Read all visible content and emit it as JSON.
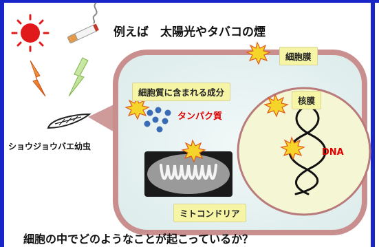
{
  "title": "例えば　太陽光やタバコの煙",
  "larva_label": "ショウジョウバエ幼虫",
  "labels": {
    "membrane": "細胞膜",
    "cytoplasm": "細胞質に含まれる成分",
    "protein": "タンパク質",
    "nuclear_membrane": "核膜",
    "dna": "DNA",
    "mitochondria": "ミトコンドリア"
  },
  "question": "細胞の中でどのようなことが起こっているか？",
  "icons": [
    "sun-icon",
    "cigarette-icon",
    "lightning-icon",
    "starburst-icon",
    "larva-icon",
    "mitochondria-icon",
    "dna-helix-icon"
  ],
  "colors": {
    "frame": "#1826c8",
    "cell_fill": "#e6f1f1",
    "cell_border": "#c98f8f",
    "nucleus_fill": "#f4f6d4",
    "protein_dots": "#3a6bb5",
    "sun": "#e01a1a",
    "tag_bg": "#f6f5a6",
    "highlight_red": "#e00000"
  }
}
